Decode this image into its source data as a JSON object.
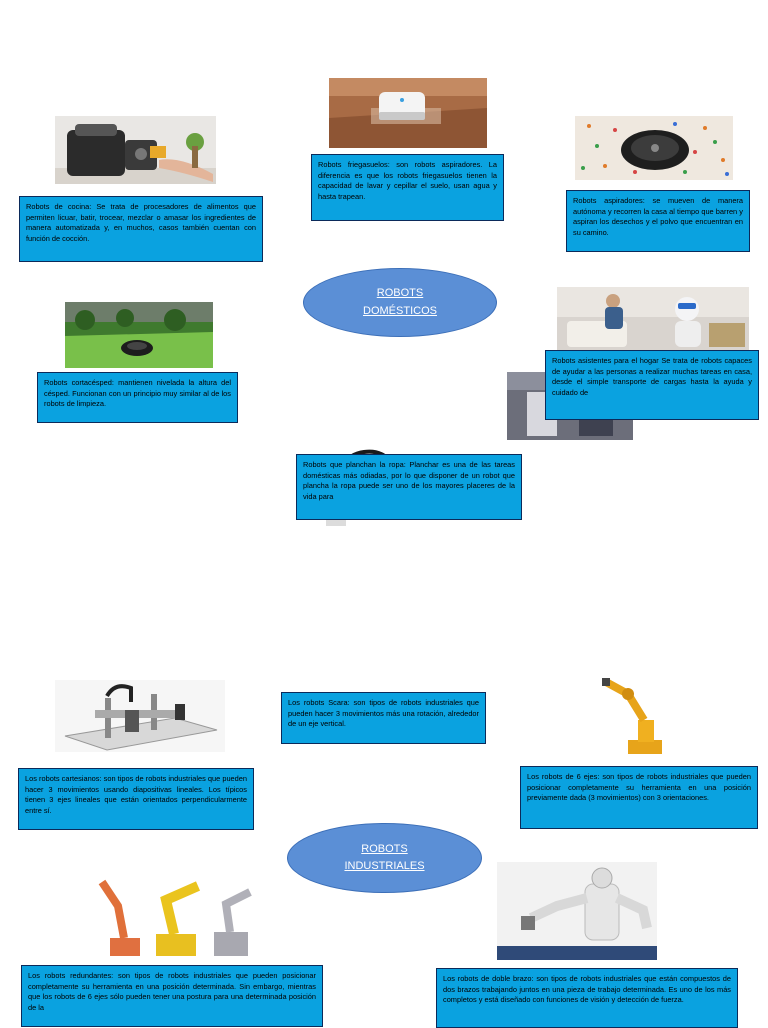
{
  "domestic": {
    "title": "ROBOTS\nDOMÉSTICOS",
    "kitchen": "Robots de cocina: Se trata de procesadores de alimentos que permiten licuar, batir, trocear, mezclar o amasar los ingredientes de manera automatizada y, en muchos, casos también cuentan con función de cocción.",
    "mop": "Robots friegasuelos: son robots aspiradores. La diferencia es que los robots friegasuelos tienen la capacidad de lavar y cepillar el suelo, usan agua y hasta trapean.",
    "vacuum": "Robots aspiradores: se mueven de manera autónoma y recorren la casa al tiempo que barren y aspiran los desechos y el polvo que encuentran en su camino.",
    "mower": "Robots cortacésped: mantienen nivelada la altura del césped. Funcionan con un principio muy similar al de los robots de limpieza.",
    "assistant": "Robots asistentes para el hogar Se trata de robots capaces de ayudar a las personas a realizar muchas tareas en casa, desde el simple transporte de cargas hasta la ayuda y cuidado de",
    "ironing": "Robots que planchan la ropa: Planchar es una de las tareas domésticas más odiadas, por lo que disponer de un robot que plancha la ropa puede ser uno de los mayores placeres de la vida para"
  },
  "industrial": {
    "title": "ROBOTS\nINDUSTRIALES",
    "scara": "Los robots Scara: son tipos de robots industriales que pueden hacer 3 movimientos más una rotación, alrededor de un eje vertical.",
    "cartesian": "Los robots cartesianos: son tipos de robots industriales que pueden hacer 3 movimientos usando diapositivas lineales. Los típicos tienen 3 ejes lineales que están orientados perpendicularmente entre sí.",
    "six_axis": "Los robots de 6 ejes: son tipos de robots industriales que pueden posicionar completamente su herramienta en una posición previamente dada (3 movimientos) con 3 orientaciones.",
    "redundant": "Los robots redundantes: son tipos de robots industriales que pueden posicionar completamente su herramienta en una posición determinada. Sin embargo, mientras que los robots de 6 ejes sólo pueden tener una postura para una determinada posición de la",
    "dual_arm": "Los robots de doble brazo: son tipos de robots industriales que están compuestos de dos brazos trabajando juntos en una pieza de trabajo determinada. Es uno de los más completos y está diseñado con funciones de visión y detección de fuerza."
  }
}
